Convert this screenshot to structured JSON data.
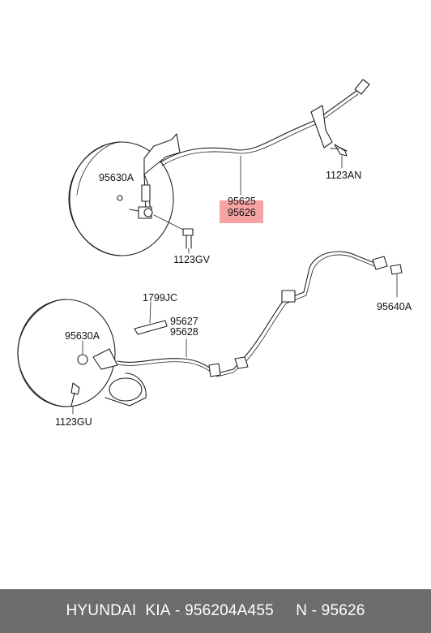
{
  "parts": {
    "p95630A_top": "95630A",
    "p95625": "95625",
    "p95626": "95626",
    "p1123AN": "1123AN",
    "p1123GV": "1123GV",
    "p1799JC": "1799JC",
    "p95627": "95627",
    "p95628": "95628",
    "p95640A": "95640A",
    "p95630A_bottom": "95630A",
    "p1123GU": "1123GU"
  },
  "colors": {
    "highlight": "#f5a3a3",
    "footer_bg": "#6d6d6d",
    "footer_text": "#ffffff"
  },
  "footer": {
    "brand": "HYUNDAI  KIA",
    "part_number": "956204A455",
    "ref": "N - 95626"
  }
}
